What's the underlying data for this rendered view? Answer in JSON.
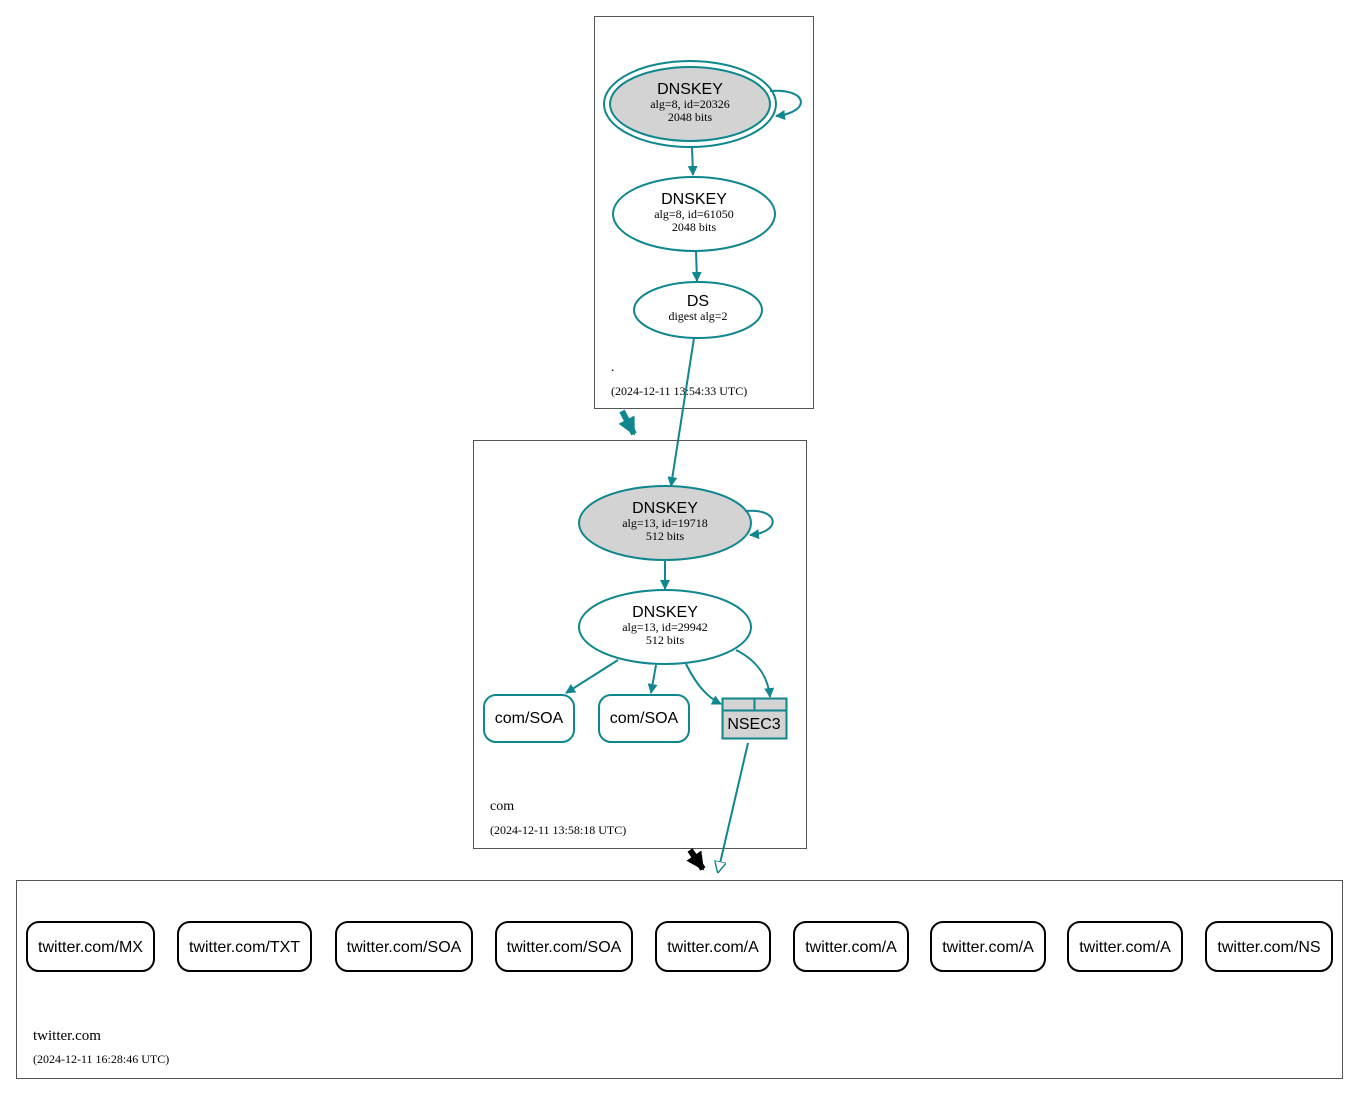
{
  "colors": {
    "edge": "#10868e",
    "node_fill_sep": "#d3d3d3",
    "zone_border": "#555555",
    "rr_border": "#000000",
    "delegation_black": "#000000"
  },
  "zones": {
    "root": {
      "name": ".",
      "timestamp": "(2024-12-11 13:54:33 UTC)",
      "dnskey_ksk": {
        "title": "DNSKEY",
        "line1": "alg=8, id=20326",
        "line2": "2048 bits"
      },
      "dnskey_zsk": {
        "title": "DNSKEY",
        "line1": "alg=8, id=61050",
        "line2": "2048 bits"
      },
      "ds": {
        "title": "DS",
        "line1": "digest alg=2"
      }
    },
    "com": {
      "name": "com",
      "timestamp": "(2024-12-11 13:58:18 UTC)",
      "dnskey_ksk": {
        "title": "DNSKEY",
        "line1": "alg=13, id=19718",
        "line2": "512 bits"
      },
      "dnskey_zsk": {
        "title": "DNSKEY",
        "line1": "alg=13, id=29942",
        "line2": "512 bits"
      },
      "rrsets": [
        "com/SOA",
        "com/SOA"
      ],
      "nsec3": "NSEC3"
    },
    "twitter": {
      "name": "twitter.com",
      "timestamp": "(2024-12-11 16:28:46 UTC)",
      "rrsets": [
        "twitter.com/MX",
        "twitter.com/TXT",
        "twitter.com/SOA",
        "twitter.com/SOA",
        "twitter.com/A",
        "twitter.com/A",
        "twitter.com/A",
        "twitter.com/A",
        "twitter.com/NS"
      ]
    }
  }
}
